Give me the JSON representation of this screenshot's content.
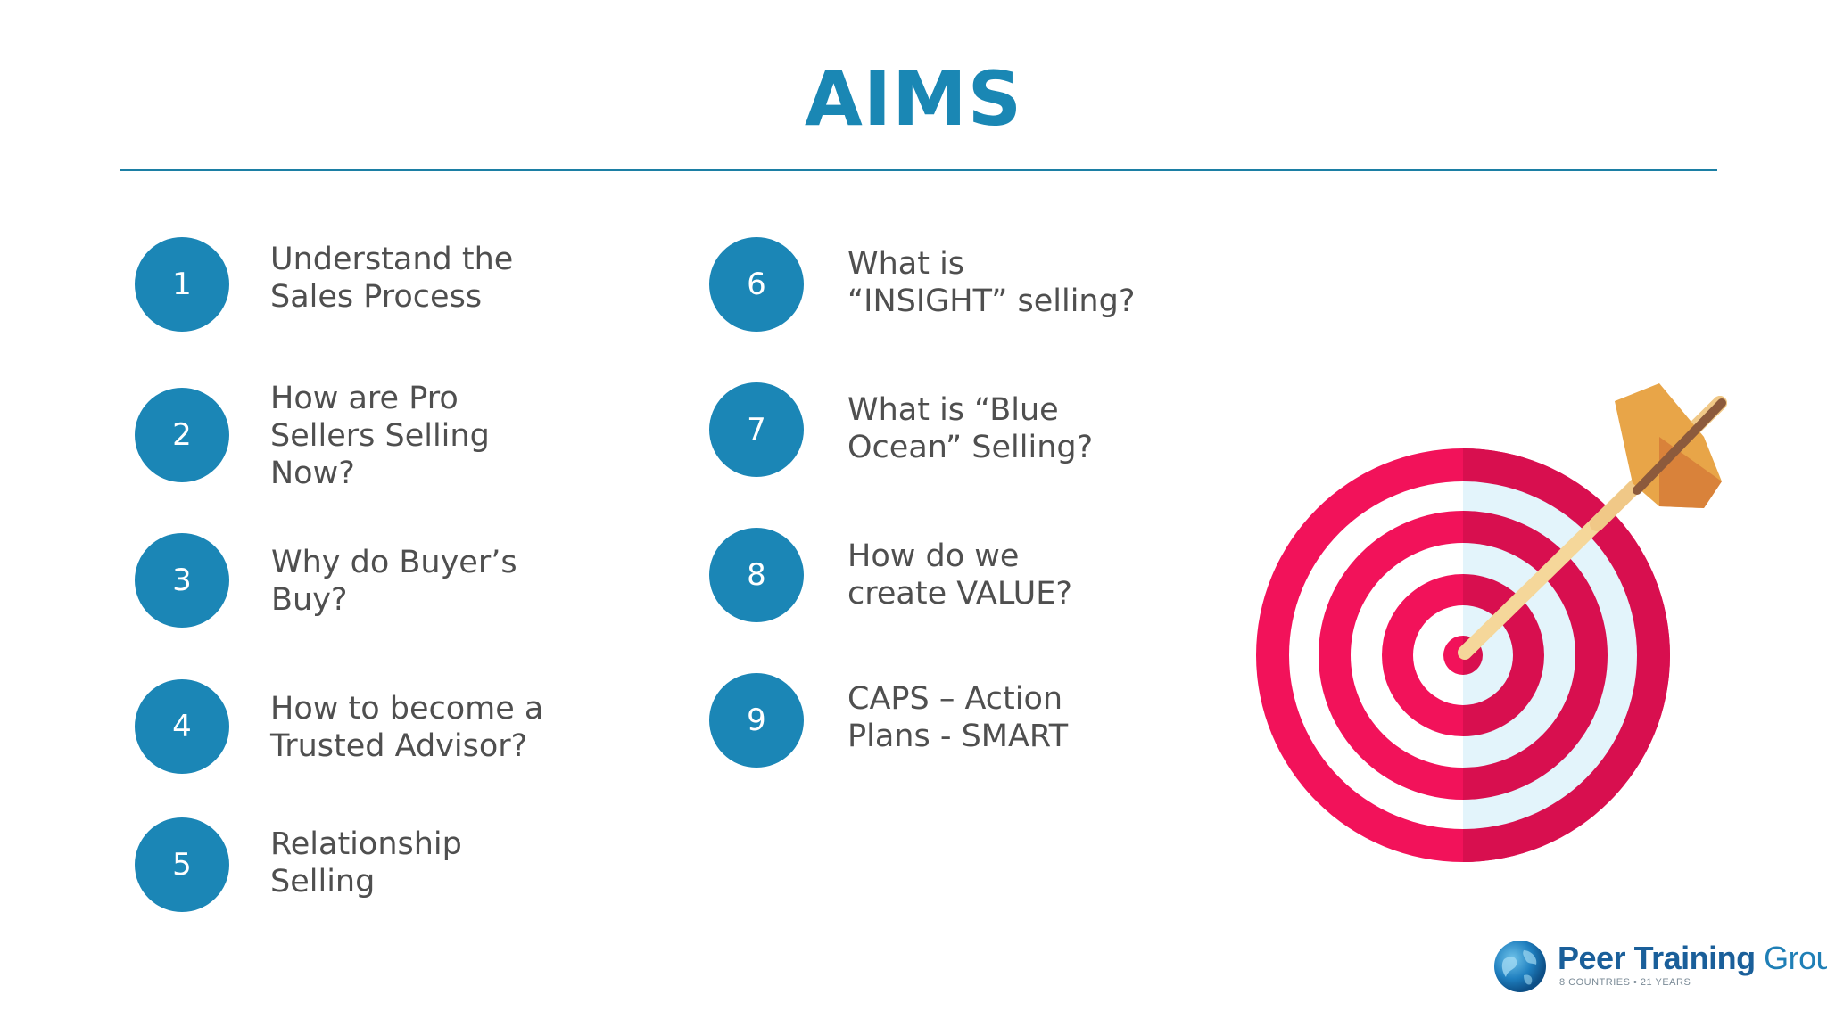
{
  "title": "AIMS",
  "aims": [
    {
      "num": "1",
      "lines": [
        "Understand the",
        "Sales Process"
      ]
    },
    {
      "num": "2",
      "lines": [
        "How are Pro",
        "Sellers Selling",
        "Now?"
      ]
    },
    {
      "num": "3",
      "lines": [
        "Why do Buyer’s",
        "Buy?"
      ]
    },
    {
      "num": "4",
      "lines": [
        "How to become a",
        "Trusted Advisor?"
      ]
    },
    {
      "num": "5",
      "lines": [
        "Relationship",
        "Selling"
      ]
    },
    {
      "num": "6",
      "lines": [
        "What is",
        "“INSIGHT” selling?"
      ]
    },
    {
      "num": "7",
      "lines": [
        "What is “Blue",
        "Ocean” Selling?"
      ]
    },
    {
      "num": "8",
      "lines": [
        "How do we",
        "create VALUE?"
      ]
    },
    {
      "num": "9",
      "lines": [
        "CAPS – Action",
        "Plans - SMART"
      ]
    }
  ],
  "logo": {
    "brand_word1": "Peer Training",
    "brand_word2": "Group",
    "tagline": "8 COUNTRIES • 21 YEARS"
  },
  "colors": {
    "accent": "#1b86b6",
    "target_red": "#e8114f",
    "target_light": "#e6f5fb"
  },
  "icons": {
    "target": "dartboard-target-icon",
    "logo_globe": "globe-icon"
  }
}
